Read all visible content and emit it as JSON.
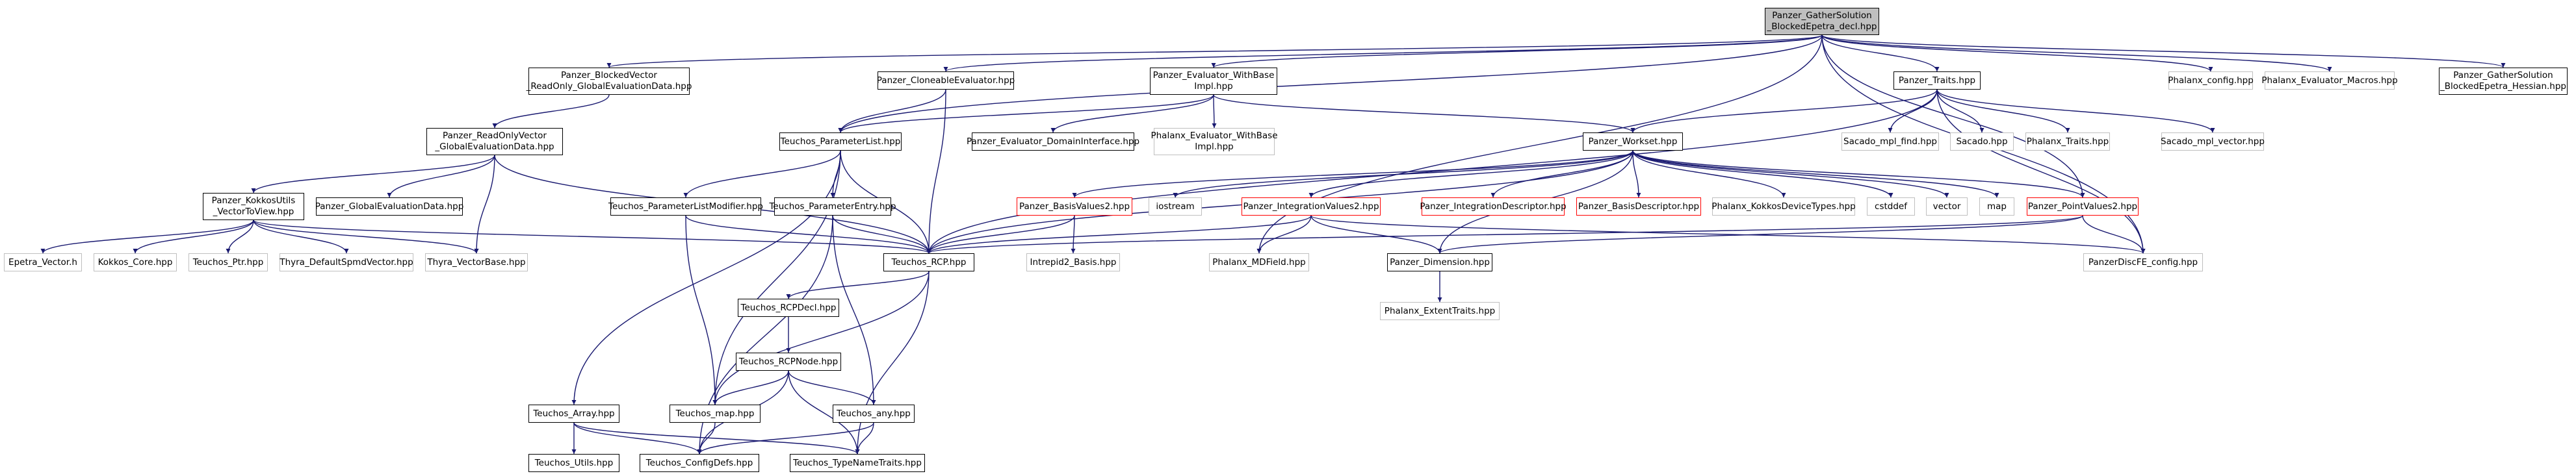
{
  "colors": {
    "edge": "#191970",
    "solid_border": "#000000",
    "external_border": "#bfbfbf",
    "truncated_border": "#ff0000",
    "root_fill": "#bfbfbf"
  },
  "nodes": {
    "root": [
      "Panzer_GatherSolution",
      "_BlockedEpetra_decl.hpp"
    ],
    "blocked_vector_ro": [
      "Panzer_BlockedVector",
      "_ReadOnly_GlobalEvaluationData.hpp"
    ],
    "cloneable_evaluator": [
      "Panzer_CloneableEvaluator.hpp"
    ],
    "evaluator_withbase": [
      "Panzer_Evaluator_WithBase",
      "Impl.hpp"
    ],
    "panzer_traits": [
      "Panzer_Traits.hpp"
    ],
    "phalanx_config": [
      "Phalanx_config.hpp"
    ],
    "phalanx_evaluator_macros": [
      "Phalanx_Evaluator_Macros.hpp"
    ],
    "gather_hessian": [
      "Panzer_GatherSolution",
      "_BlockedEpetra_Hessian.hpp"
    ],
    "readonly_vector": [
      "Panzer_ReadOnlyVector",
      "_GlobalEvaluationData.hpp"
    ],
    "teuchos_parameterlist": [
      "Teuchos_ParameterList.hpp"
    ],
    "evaluator_domain": [
      "Panzer_Evaluator_DomainInterface.hpp"
    ],
    "phalanx_evaluator_withbase": [
      "Phalanx_Evaluator_WithBase",
      "Impl.hpp"
    ],
    "panzer_workset": [
      "Panzer_Workset.hpp"
    ],
    "sacado_fad": [
      "Sacado_mpl_find.hpp"
    ],
    "sacado": [
      "Sacado.hpp"
    ],
    "phalanx_traits": [
      "Phalanx_Traits.hpp"
    ],
    "sacado_vector": [
      "Sacado_mpl_vector.hpp"
    ],
    "kokkos_utils": [
      "Panzer_KokkosUtils",
      "_VectorToView.hpp"
    ],
    "global_eval_data": [
      "Panzer_GlobalEvaluationData.hpp"
    ],
    "teuchos_plmodifier": [
      "Teuchos_ParameterListModifier.hpp"
    ],
    "teuchos_plentry": [
      "Teuchos_ParameterEntry.hpp"
    ],
    "basis_values2": [
      "Panzer_BasisValues2.hpp"
    ],
    "iostream": [
      "iostream"
    ],
    "integration_values2": [
      "Panzer_IntegrationValues2.hpp"
    ],
    "integration_descriptor": [
      "Panzer_IntegrationDescriptor.hpp"
    ],
    "basis_descriptor": [
      "Panzer_BasisDescriptor.hpp"
    ],
    "kokkos_device_types": [
      "Phalanx_KokkosDeviceTypes.hpp"
    ],
    "cstddef": [
      "cstddef"
    ],
    "vector": [
      "vector"
    ],
    "map": [
      "map"
    ],
    "point_values2": [
      "Panzer_PointValues2.hpp"
    ],
    "epetra_vector": [
      "Epetra_Vector.h"
    ],
    "kokkos_core": [
      "Kokkos_Core.hpp"
    ],
    "teuchos_ptr": [
      "Teuchos_Ptr.hpp"
    ],
    "thyra_spmd": [
      "Thyra_DefaultSpmdVector.hpp"
    ],
    "thyra_vectorbase": [
      "Thyra_VectorBase.hpp"
    ],
    "teuchos_rcp": [
      "Teuchos_RCP.hpp"
    ],
    "intrepid2_basis": [
      "Intrepid2_Basis.hpp"
    ],
    "phalanx_mdfield": [
      "Phalanx_MDField.hpp"
    ],
    "panzer_dimension": [
      "Panzer_Dimension.hpp"
    ],
    "panzer_discfe": [
      "PanzerDiscFE_config.hpp"
    ],
    "phalanx_extent": [
      "Phalanx_ExtentTraits.hpp"
    ],
    "teuchos_rcpdecl": [
      "Teuchos_RCPDecl.hpp"
    ],
    "teuchos_rcpnode": [
      "Teuchos_RCPNode.hpp"
    ],
    "teuchos_array": [
      "Teuchos_Array.hpp"
    ],
    "teuchos_map": [
      "Teuchos_map.hpp"
    ],
    "teuchos_any": [
      "Teuchos_any.hpp"
    ],
    "teuchos_utils": [
      "Teuchos_Utils.hpp"
    ],
    "teuchos_configdefs": [
      "Teuchos_ConfigDefs.hpp"
    ],
    "teuchos_typenametraits": [
      "Teuchos_TypeNameTraits.hpp"
    ]
  }
}
